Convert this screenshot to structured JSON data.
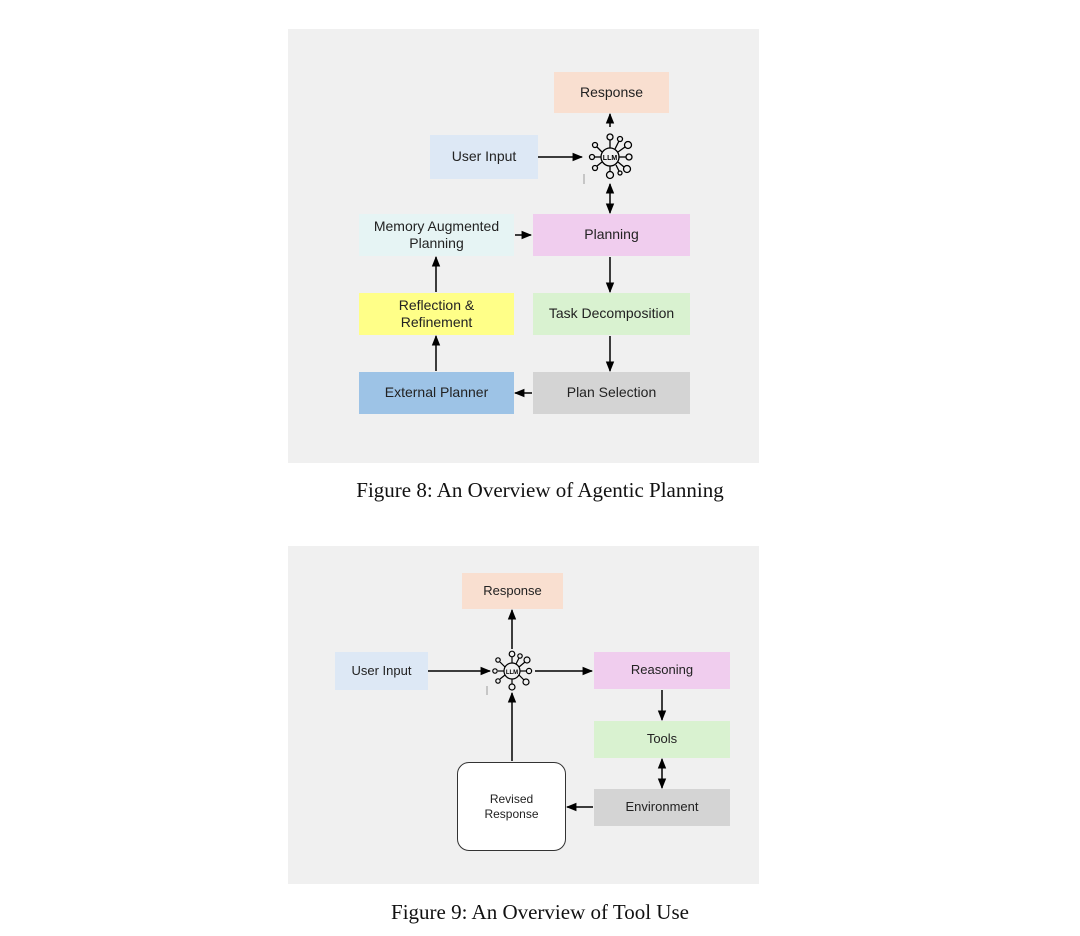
{
  "figure8": {
    "caption": "Figure 8: An Overview of Agentic Planning",
    "llm_label": "LLM",
    "boxes": {
      "response": "Response",
      "user_input": "User Input",
      "memory_planning": "Memory Augmented Planning",
      "planning": "Planning",
      "reflection": "Reflection & Refinement",
      "task_decomposition": "Task Decomposition",
      "external_planner": "External Planner",
      "plan_selection": "Plan Selection"
    }
  },
  "figure9": {
    "caption": "Figure 9: An Overview of Tool Use",
    "llm_label": "LLM",
    "boxes": {
      "response": "Response",
      "user_input": "User Input",
      "reasoning": "Reasoning",
      "tools": "Tools",
      "environment": "Environment",
      "revised_response": "Revised Response"
    }
  },
  "colors": {
    "response": "#f9dfd0",
    "user_input": "#dde8f5",
    "memory": "#e6f4f4",
    "planning": "#f0cdee",
    "reflection": "#ffff88",
    "task": "#d9f2d0",
    "external_planner": "#9dc3e6",
    "plan_selection": "#d4d4d4"
  }
}
